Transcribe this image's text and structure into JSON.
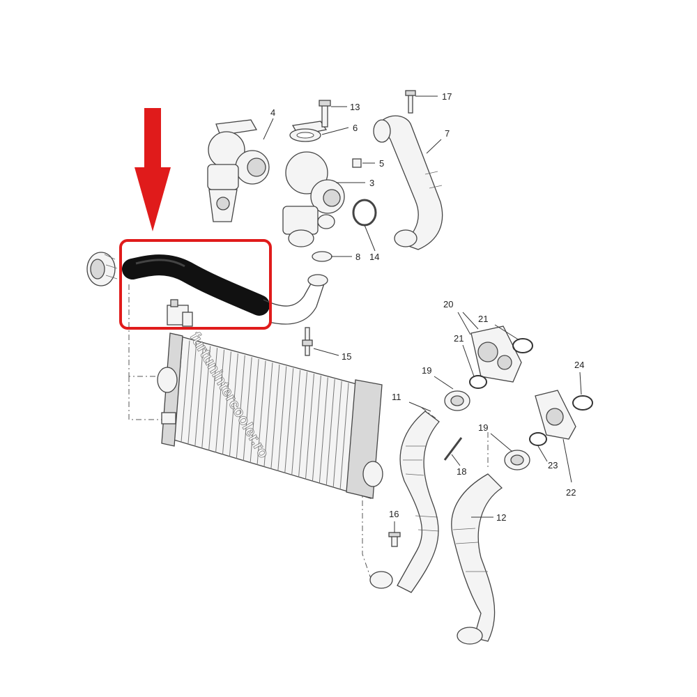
{
  "highlight_color": "#e01b1b",
  "watermark": "furtunintercooler.ro",
  "labels": {
    "l3": "3",
    "l4": "4",
    "l5": "5",
    "l6": "6",
    "l7": "7",
    "l8": "8",
    "l11": "11",
    "l12": "12",
    "l13": "13",
    "l14": "14",
    "l15": "15",
    "l16": "16",
    "l17": "17",
    "l18": "18",
    "l19a": "19",
    "l19b": "19",
    "l20": "20",
    "l21a": "21",
    "l21b": "21",
    "l22": "22",
    "l23": "23",
    "l24": "24"
  }
}
